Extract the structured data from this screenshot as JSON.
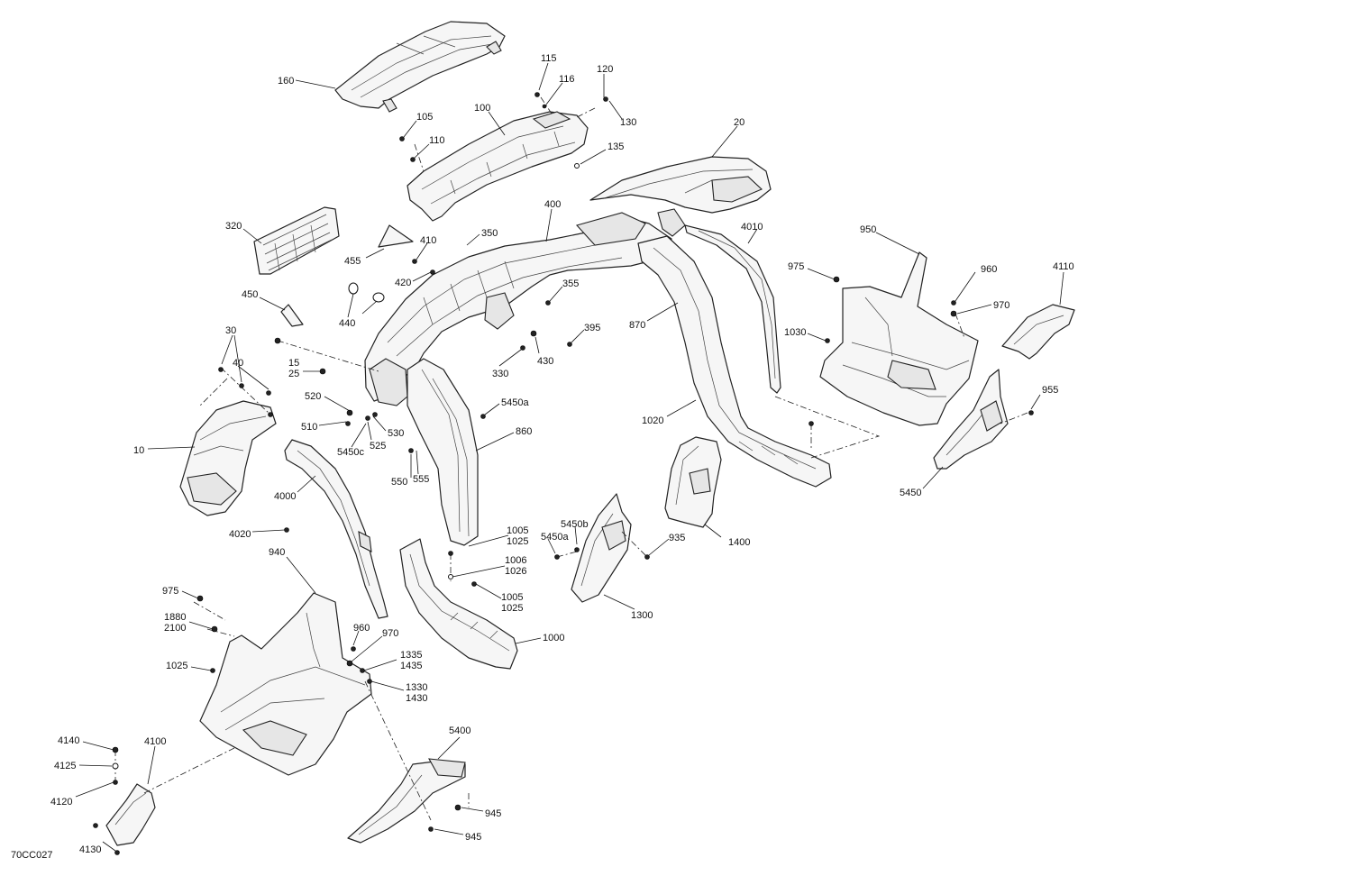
{
  "drawing_ref": "70CC027",
  "labels": [
    {
      "id": "l160",
      "text": "160"
    },
    {
      "id": "l115",
      "text": "115"
    },
    {
      "id": "l116",
      "text": "116"
    },
    {
      "id": "l120",
      "text": "120"
    },
    {
      "id": "l130",
      "text": "130"
    },
    {
      "id": "l105",
      "text": "105"
    },
    {
      "id": "l100",
      "text": "100"
    },
    {
      "id": "l110",
      "text": "110"
    },
    {
      "id": "l135",
      "text": "135"
    },
    {
      "id": "l20",
      "text": "20"
    },
    {
      "id": "l400",
      "text": "400"
    },
    {
      "id": "l320",
      "text": "320"
    },
    {
      "id": "l455",
      "text": "455"
    },
    {
      "id": "l410",
      "text": "410"
    },
    {
      "id": "l350",
      "text": "350"
    },
    {
      "id": "l4010",
      "text": "4010"
    },
    {
      "id": "l950",
      "text": "950"
    },
    {
      "id": "l975a",
      "text": "975"
    },
    {
      "id": "l960a",
      "text": "960"
    },
    {
      "id": "l4110",
      "text": "4110"
    },
    {
      "id": "l420",
      "text": "420"
    },
    {
      "id": "l355",
      "text": "355"
    },
    {
      "id": "l450",
      "text": "450"
    },
    {
      "id": "l440",
      "text": "440"
    },
    {
      "id": "l970a",
      "text": "970"
    },
    {
      "id": "l870",
      "text": "870"
    },
    {
      "id": "l395",
      "text": "395"
    },
    {
      "id": "l1030",
      "text": "1030"
    },
    {
      "id": "l30",
      "text": "30"
    },
    {
      "id": "l430",
      "text": "430"
    },
    {
      "id": "l330",
      "text": "330"
    },
    {
      "id": "l40",
      "text": "40"
    },
    {
      "id": "l15",
      "text": "15"
    },
    {
      "id": "l25",
      "text": "25"
    },
    {
      "id": "l955",
      "text": "955"
    },
    {
      "id": "l520",
      "text": "520"
    },
    {
      "id": "l5450a1",
      "text": "5450a"
    },
    {
      "id": "l510",
      "text": "510"
    },
    {
      "id": "l530",
      "text": "530"
    },
    {
      "id": "l1020",
      "text": "1020"
    },
    {
      "id": "l860",
      "text": "860"
    },
    {
      "id": "l10",
      "text": "10"
    },
    {
      "id": "l5450c",
      "text": "5450c"
    },
    {
      "id": "l525",
      "text": "525"
    },
    {
      "id": "l550",
      "text": "550"
    },
    {
      "id": "l555",
      "text": "555"
    },
    {
      "id": "l4000",
      "text": "4000"
    },
    {
      "id": "l5450",
      "text": "5450"
    },
    {
      "id": "l1005a",
      "text": "1005"
    },
    {
      "id": "l1025a",
      "text": "1025"
    },
    {
      "id": "l5450b",
      "text": "5450b"
    },
    {
      "id": "l4020",
      "text": "4020"
    },
    {
      "id": "l5450a2",
      "text": "5450a"
    },
    {
      "id": "l935",
      "text": "935"
    },
    {
      "id": "l1400",
      "text": "1400"
    },
    {
      "id": "l940",
      "text": "940"
    },
    {
      "id": "l1006",
      "text": "1006"
    },
    {
      "id": "l1026",
      "text": "1026"
    },
    {
      "id": "l975b",
      "text": "975"
    },
    {
      "id": "l1005b",
      "text": "1005"
    },
    {
      "id": "l1025b",
      "text": "1025"
    },
    {
      "id": "l1300",
      "text": "1300"
    },
    {
      "id": "l1880",
      "text": "1880"
    },
    {
      "id": "l2100",
      "text": "2100"
    },
    {
      "id": "l960b",
      "text": "960"
    },
    {
      "id": "l970b",
      "text": "970"
    },
    {
      "id": "l1000",
      "text": "1000"
    },
    {
      "id": "l1335",
      "text": "1335"
    },
    {
      "id": "l1435",
      "text": "1435"
    },
    {
      "id": "l1025c",
      "text": "1025"
    },
    {
      "id": "l1330",
      "text": "1330"
    },
    {
      "id": "l1430",
      "text": "1430"
    },
    {
      "id": "l5400",
      "text": "5400"
    },
    {
      "id": "l4140",
      "text": "4140"
    },
    {
      "id": "l4100",
      "text": "4100"
    },
    {
      "id": "l4125",
      "text": "4125"
    },
    {
      "id": "l4120",
      "text": "4120"
    },
    {
      "id": "l945a",
      "text": "945"
    },
    {
      "id": "l4130",
      "text": "4130"
    },
    {
      "id": "l945b",
      "text": "945"
    }
  ]
}
